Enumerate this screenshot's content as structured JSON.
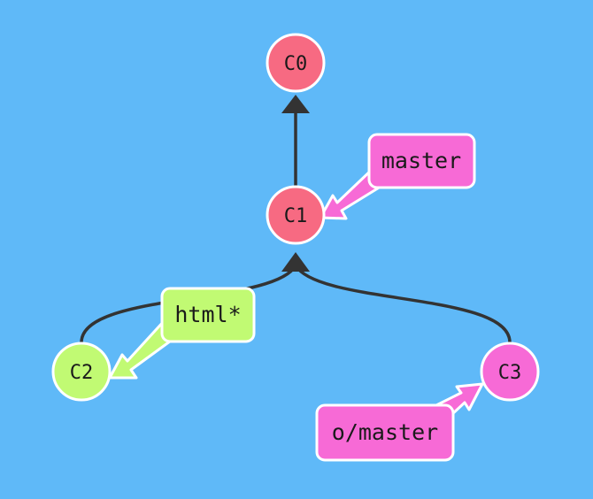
{
  "commits": {
    "c0": {
      "label": "C0",
      "color": "#f76a82"
    },
    "c1": {
      "label": "C1",
      "color": "#f76a82"
    },
    "c2": {
      "label": "C2",
      "color": "#c1fa73"
    },
    "c3": {
      "label": "C3",
      "color": "#f76ad6"
    }
  },
  "branches": {
    "master": {
      "label": "master",
      "color": "#f76ad6"
    },
    "html": {
      "label": "html*",
      "color": "#c1fa73"
    },
    "o_master": {
      "label": "o/master",
      "color": "#f76ad6"
    }
  },
  "colors": {
    "background": "#5fb9f8",
    "edge": "#333333",
    "outline": "#ffffff"
  }
}
